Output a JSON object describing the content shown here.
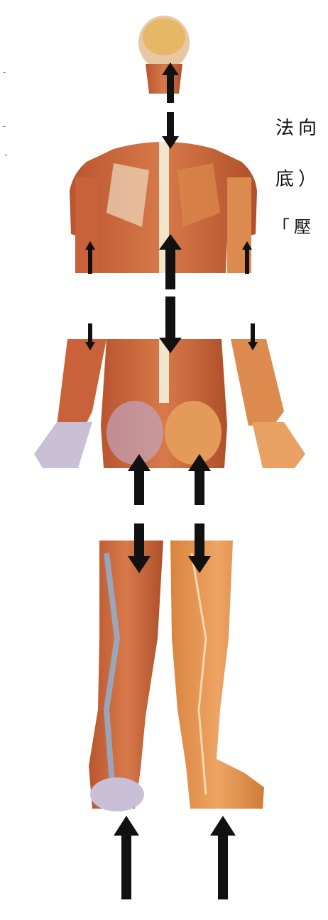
{
  "side_text": {
    "line1": "法向",
    "line2": "底）",
    "line3": "「壓"
  },
  "edge_marks": [
    "-",
    "-",
    "-"
  ],
  "colors": {
    "arrow": "#111111",
    "muscle": "#c8643f",
    "muscle_dark": "#9e3f25",
    "tendon": "#f2d4b4",
    "vessel_blue": "#8fb4d8",
    "skin": "#e0914f",
    "bone": "#f1e6cc"
  },
  "figure": "human-anatomy-posterior-view",
  "arrow_icon": "black-arrow-icon"
}
